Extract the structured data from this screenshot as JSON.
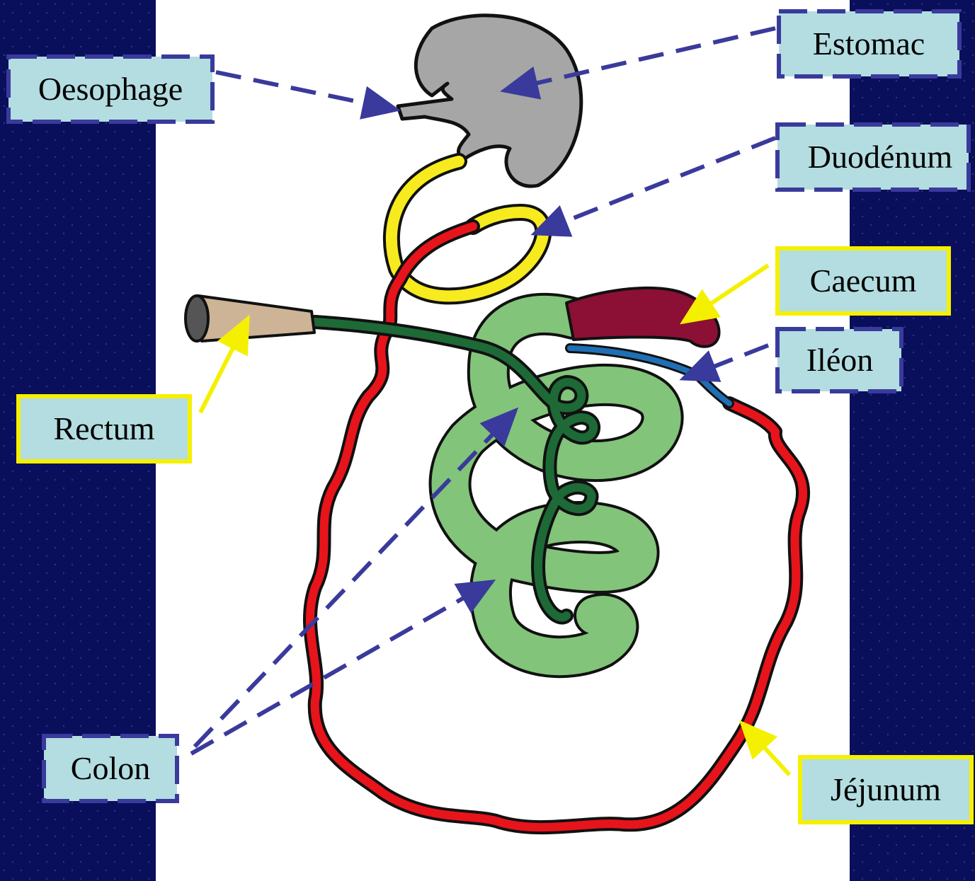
{
  "labels": {
    "oesophage": "Oesophage",
    "estomac": "Estomac",
    "duodenum": "Duodénum",
    "caecum": "Caecum",
    "ileon": "Iléon",
    "rectum": "Rectum",
    "colon": "Colon",
    "jejunum": "Jéjunum"
  },
  "colors": {
    "background": "#0a0f5c",
    "panel": "#ffffff",
    "label_fill": "#b3dde1",
    "blue_frame": "#3a3a9c",
    "yellow_frame": "#f5f000",
    "stomach": "#a6a6a6",
    "duodenum": "#f7ea1e",
    "jejunum": "#e8141b",
    "ileum": "#1f6fb5",
    "caecum": "#8c0f36",
    "colon": "#82c47a",
    "colon_dark": "#1d6a37",
    "rectum": "#cdb497",
    "anus": "#555555"
  }
}
